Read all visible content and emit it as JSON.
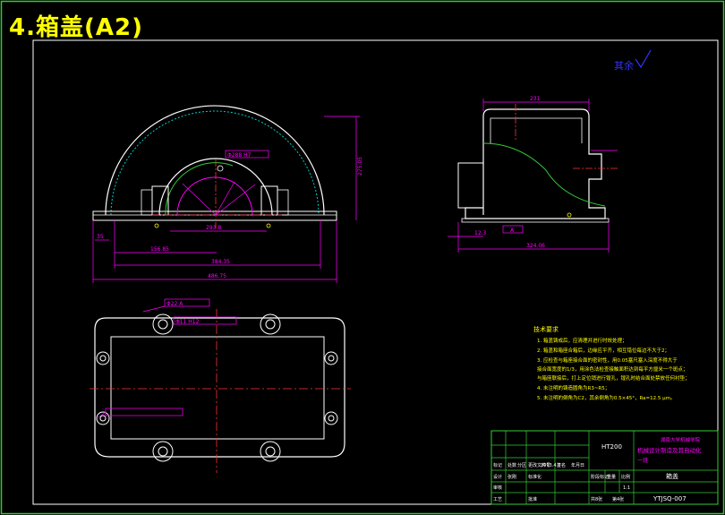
{
  "sheet": {
    "heading": "4.箱盖(A2)",
    "roughness": "其余"
  },
  "dimensions": {
    "front_overall_width": "486.75",
    "front_inner_width": "384.35",
    "front_left_offset": "156.85",
    "front_height": "275.05",
    "front_bottom_small": "35",
    "front_center_span": "293.8",
    "bore_label": "Φ288 H7",
    "side_top_width": "231",
    "side_bottom_width": "324.06",
    "side_flange": "12.3",
    "side_datum": "A",
    "plan_callout_1": "Φ22 A",
    "plan_callout_2": "Φ11 H12"
  },
  "notes": {
    "title": "技术要求",
    "lines": [
      "1. 箱盖铸成后，应清理并进行时效处理；",
      "2. 箱盖和箱座合箱后，边缘应平齐，相互错位每边不大于2；",
      "3. 应检查与箱座接合面的密封性，用0.05塞尺塞入深度不得大于",
      "   接合面宽度的1/3，用涂色法检查接触面积达到每平方厘米一个斑点；",
      "   与箱座联接后，打上定位销进行镗孔，镗孔时结合面处禁放任何衬垫；",
      "4. 未注明的铸造圆角为R3~R5；",
      "5. 未注明的倒角为C2，其余倒角为0.5×45°，Ra=12.5 μm。"
    ]
  },
  "title_block": {
    "material": "HT200",
    "school_line1": "湖南大学机械学院",
    "school_line2": "机械设计制造及其自动化",
    "school_line3": "一班",
    "part_name": "箱盖",
    "drawing_no": "YTJSQ-007",
    "row_labels": [
      "标记",
      "处数",
      "分区",
      "更改文件号",
      "签名",
      "年月日"
    ],
    "designer_label": "设计",
    "designer_name": "张刚",
    "standard_label": "标准化",
    "check_label": "审核",
    "process_label": "工艺",
    "approve_label": "批准",
    "stage_labels": [
      "阶段标记",
      "重量",
      "比例"
    ],
    "scale": "1:1",
    "sheet_total": "共8张",
    "sheet_no": "第4张",
    "date": "2013.4.7"
  }
}
